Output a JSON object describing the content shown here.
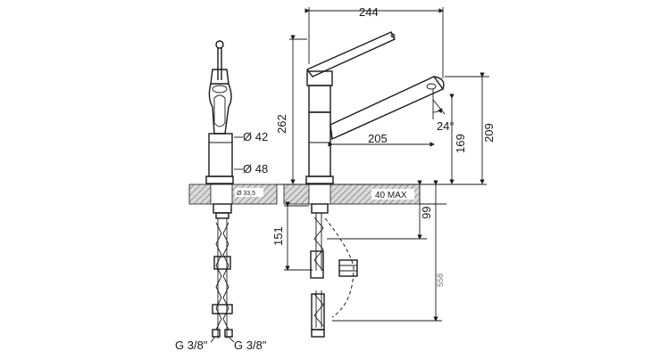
{
  "dimensions": {
    "overall_width": "244",
    "height_total": "262",
    "spout_reach": "205",
    "swivel_angle": "24°",
    "spout_height": "169",
    "outlet_height": "209",
    "body_diameter": "Ø 42",
    "base_diameter": "Ø 48",
    "hole_diameter": "Ø 33,5",
    "max_thickness": "40 MAX",
    "shank_length": "99",
    "hose_length_short": "151",
    "hose_length_long": "558"
  },
  "connections": {
    "left_hose": "G 3/8\"",
    "right_hose": "G 3/8\""
  }
}
